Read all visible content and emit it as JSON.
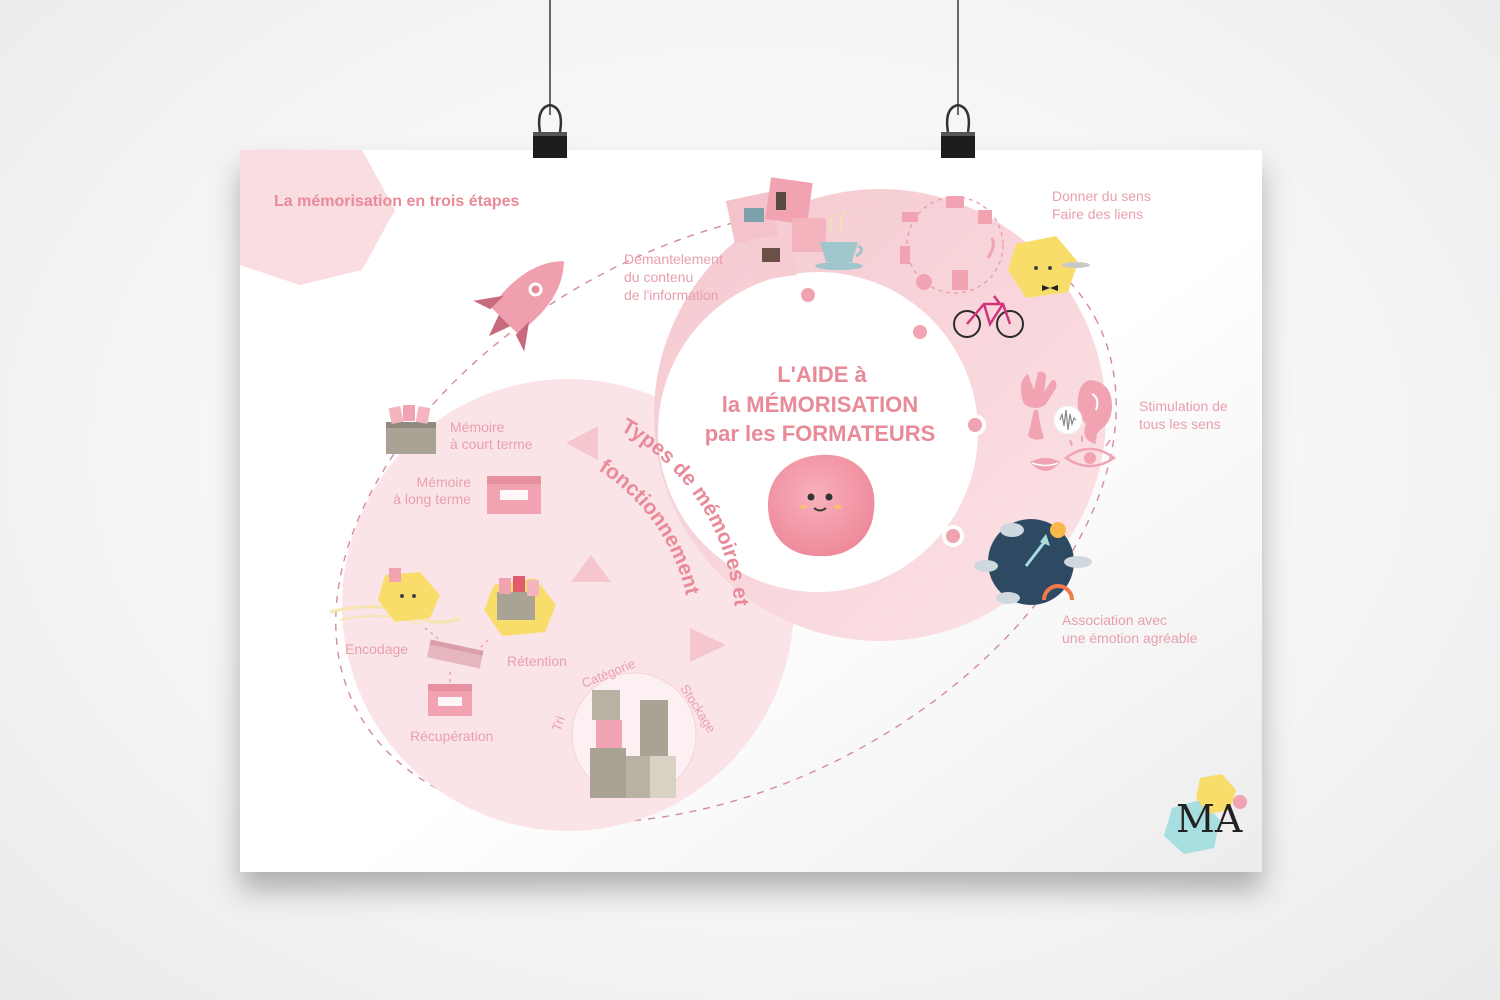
{
  "header": {
    "label": "La mémorisation en trois étapes"
  },
  "center": {
    "title_line1": "L'AIDE à",
    "title_line2": "la MÉMORISATION",
    "title_line3": "par les FORMATEURS"
  },
  "left_circle": {
    "curved_title_line1": "Types de mémoires et",
    "curved_title_line2": "fonctionnement",
    "short_term": [
      "Mémoire",
      "à court terme"
    ],
    "long_term": [
      "Mémoire",
      "à long terme"
    ],
    "encoding": "Encodage",
    "retention": "Rétention",
    "retrieval": "Récupération",
    "categorie": "Catégorie",
    "stockage": "Stockage",
    "tri": "Tri"
  },
  "right_items": {
    "dismantling": [
      "Démantelement",
      "du contenu",
      "de l'information"
    ],
    "meaning": [
      "Donner du sens",
      "Faire des liens"
    ],
    "senses": [
      "Stimulation de",
      "tous les sens"
    ],
    "emotion": [
      "Association avec",
      "une émotion agréable"
    ]
  },
  "logo": {
    "text": "MA"
  },
  "colors": {
    "accent": "#e98a98",
    "pink_light": "#f9dde1",
    "pink_mid": "#f4c2ca",
    "yellow": "#f8dd6b",
    "teal": "#a7dfe0",
    "navy": "#2e4a63",
    "taupe": "#a8a394"
  },
  "icons": [
    "rocket-icon",
    "coffee-cup-icon",
    "bicycle-icon",
    "ear-icon",
    "eye-icon",
    "hand-icon",
    "mouth-icon",
    "nose-icon",
    "weather-globe-icon",
    "smiley-blob-icon",
    "box-icon",
    "buildings-icon",
    "binder-clip-icon"
  ]
}
